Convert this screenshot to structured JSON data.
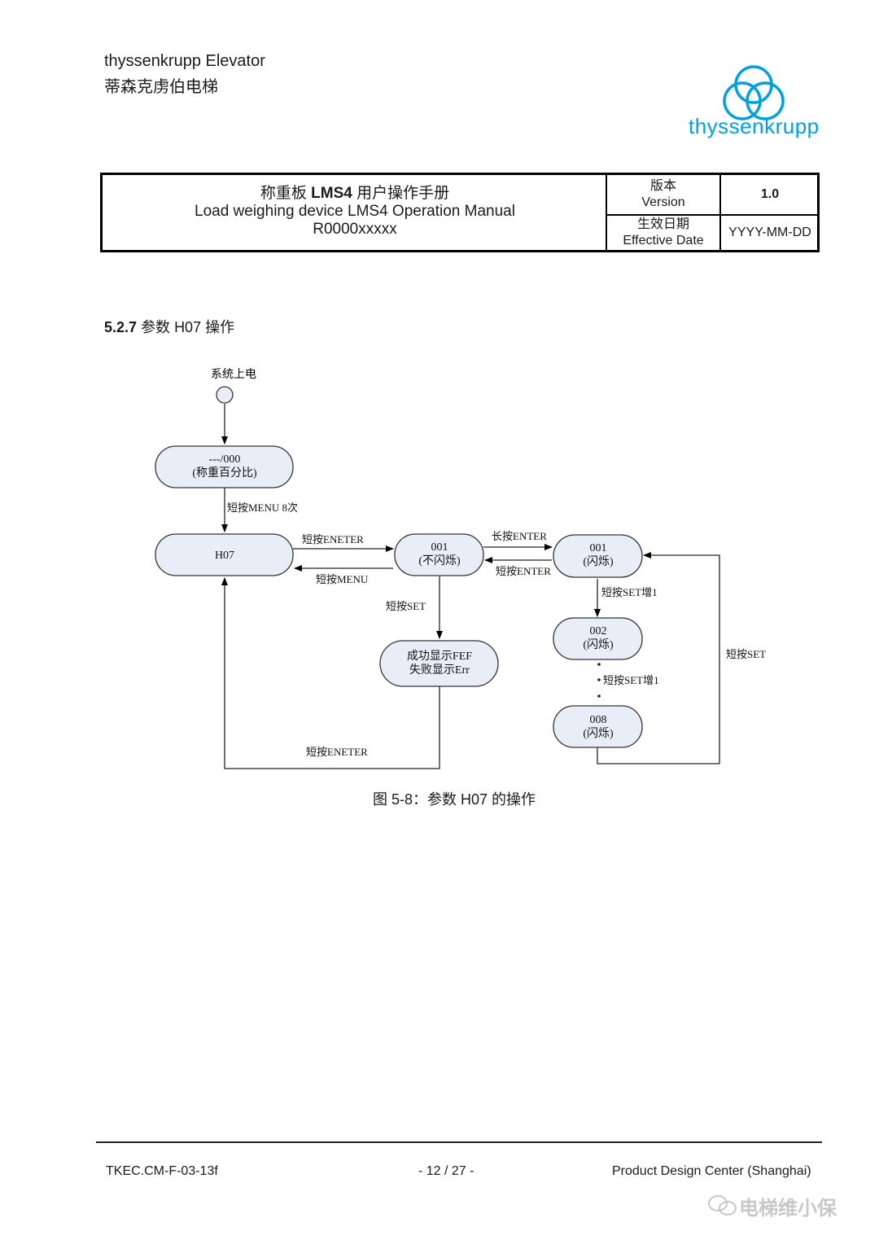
{
  "header": {
    "company_en": "thyssenkrupp Elevator",
    "company_cn": "蒂森克虏伯电梯",
    "logo_text": "thyssenkrupp",
    "logo_color": "#00a0e0"
  },
  "doc_table": {
    "title_cn_prefix": "称重板 ",
    "title_cn_bold": "LMS4",
    "title_cn_suffix": " 用户操作手册",
    "title_en": "Load weighing device LMS4 Operation Manual",
    "doc_id": "R0000xxxxx",
    "version_label_cn": "版本",
    "version_label_en": "Version",
    "version_value": "1.0",
    "date_label_cn": "生效日期",
    "date_label_en": "Effective  Date",
    "date_value": "YYYY-MM-DD"
  },
  "section": {
    "number": "5.2.7",
    "title": "参数 H07 操作"
  },
  "diagram": {
    "start_label": "系统上电",
    "state_weight_l1": "---/000",
    "state_weight_l2": "(称重百分比)",
    "state_h07": "H07",
    "state_001_l1": "001",
    "state_001_l2": "(不闪烁)",
    "state_001b_l1": "001",
    "state_001b_l2": "(闪烁)",
    "state_002_l1": "002",
    "state_002_l2": "(闪烁)",
    "state_008_l1": "008",
    "state_008_l2": "(闪烁)",
    "state_result_l1": "成功显示FEF",
    "state_result_l2": "失败显示Err",
    "t_menu8": "短按MENU 8次",
    "t_eneter1": "短按ENETER",
    "t_menu": "短按MENU",
    "t_long_enter": "长按ENTER",
    "t_short_enter": "短按ENTER",
    "t_set": "短按SET",
    "t_set_inc1": "短按SET增1",
    "t_set_inc2": "短按SET增1",
    "t_set_right": "短按SET",
    "t_eneter2": "短按ENETER",
    "node_fill": "#e8edf8"
  },
  "caption": "图 5-8：参数 H07 的操作",
  "footer": {
    "left": "TKEC.CM-F-03-13f",
    "center": "- 12 / 27 -",
    "right": "Product Design Center (Shanghai)",
    "watermark": "电梯维小保"
  }
}
